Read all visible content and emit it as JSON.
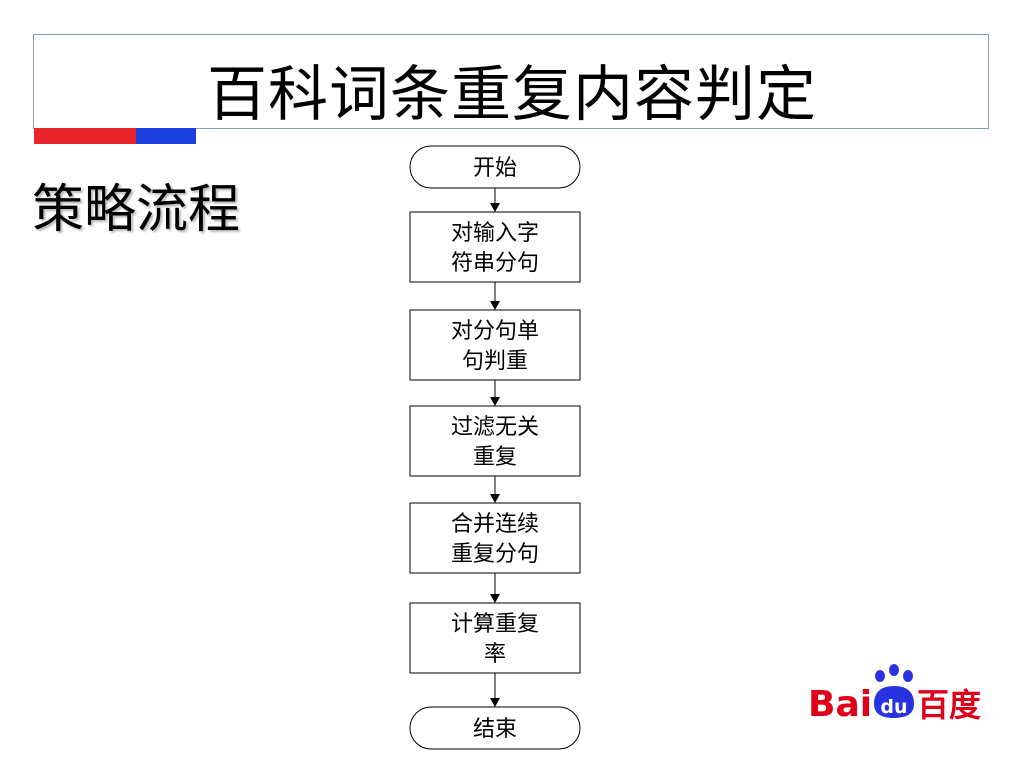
{
  "slide": {
    "title": "百科词条重复内容判定",
    "subtitle": "策略流程"
  },
  "flowchart": {
    "nodes": [
      {
        "id": "start",
        "shape": "terminal",
        "lines": [
          "开始"
        ]
      },
      {
        "id": "split",
        "shape": "process",
        "lines": [
          "对输入字",
          "符串分句"
        ]
      },
      {
        "id": "judge",
        "shape": "process",
        "lines": [
          "对分句单",
          "句判重"
        ]
      },
      {
        "id": "filter",
        "shape": "process",
        "lines": [
          "过滤无关",
          "重复"
        ]
      },
      {
        "id": "merge",
        "shape": "process",
        "lines": [
          "合并连续",
          "重复分句"
        ]
      },
      {
        "id": "rate",
        "shape": "process",
        "lines": [
          "计算重复",
          "率"
        ]
      },
      {
        "id": "end",
        "shape": "terminal",
        "lines": [
          "结束"
        ]
      }
    ],
    "edges": [
      {
        "from": "start",
        "to": "split"
      },
      {
        "from": "split",
        "to": "judge"
      },
      {
        "from": "judge",
        "to": "filter"
      },
      {
        "from": "filter",
        "to": "merge"
      },
      {
        "from": "merge",
        "to": "rate"
      },
      {
        "from": "rate",
        "to": "end"
      }
    ]
  },
  "logo": {
    "latin": "Bai",
    "mark": "du",
    "chinese": "百度",
    "colors": {
      "red": "#e1001a",
      "blue": "#2932e1"
    }
  },
  "colors": {
    "accent_red": "#e8262b",
    "accent_blue": "#1a3ee0",
    "frame": "#8a9bb0"
  }
}
